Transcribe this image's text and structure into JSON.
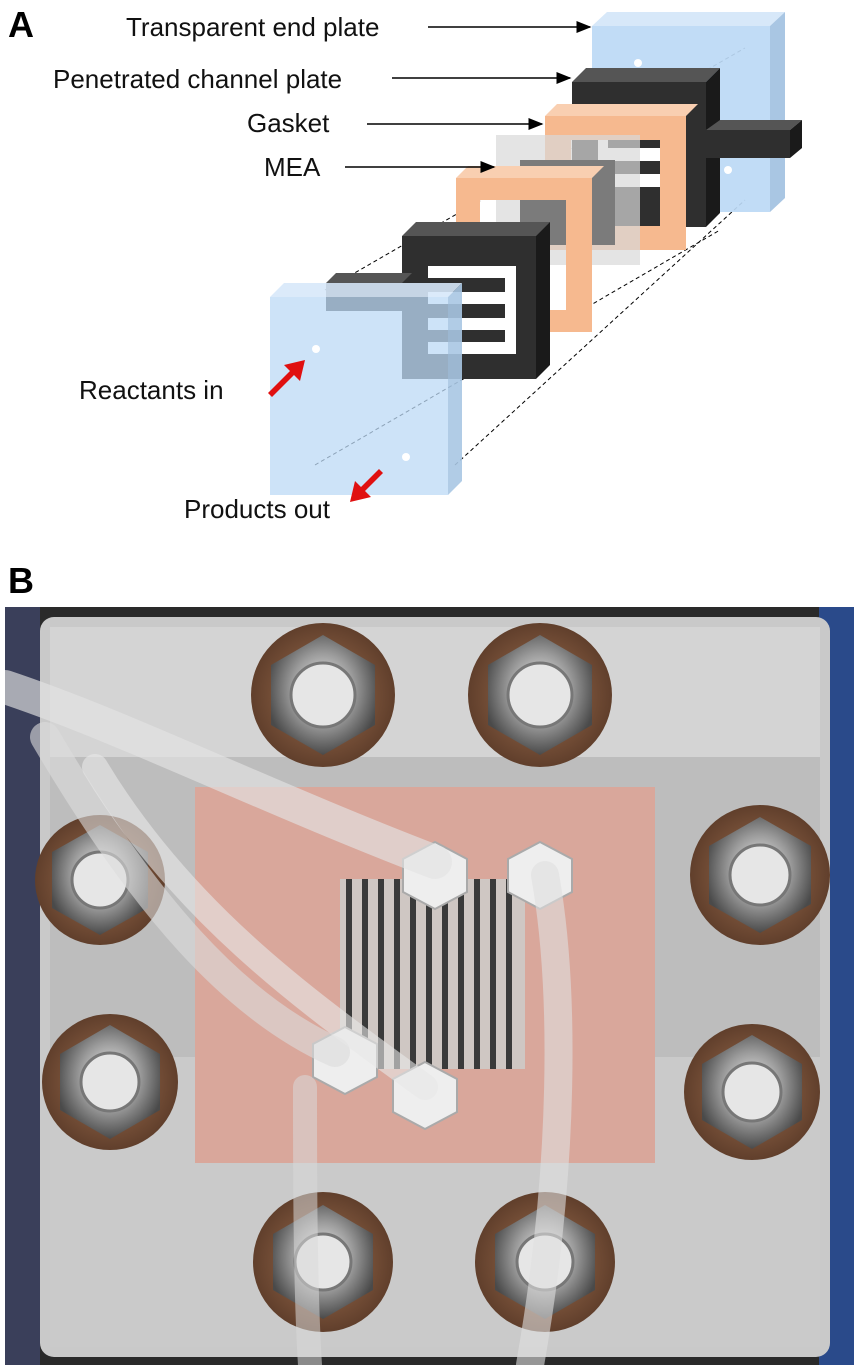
{
  "panel_a": {
    "letter": "A",
    "labels": {
      "transparent_end_plate": "Transparent end plate",
      "penetrated_channel_plate": "Penetrated channel plate",
      "gasket": "Gasket",
      "mea": "MEA",
      "reactants_in": "Reactants in",
      "products_out": "Products out"
    },
    "colors": {
      "end_plate": "#bcd9f5",
      "channel_plate": "#2f2f2f",
      "gasket": "#f6b98f",
      "mea": "#d9d9d9",
      "flow_arrow": "#e01010"
    }
  },
  "panel_b": {
    "letter": "B",
    "colors": {
      "gasket": "#d9a79b",
      "background": "#2a2a2a",
      "acrylic": "#c9c9c9"
    }
  }
}
